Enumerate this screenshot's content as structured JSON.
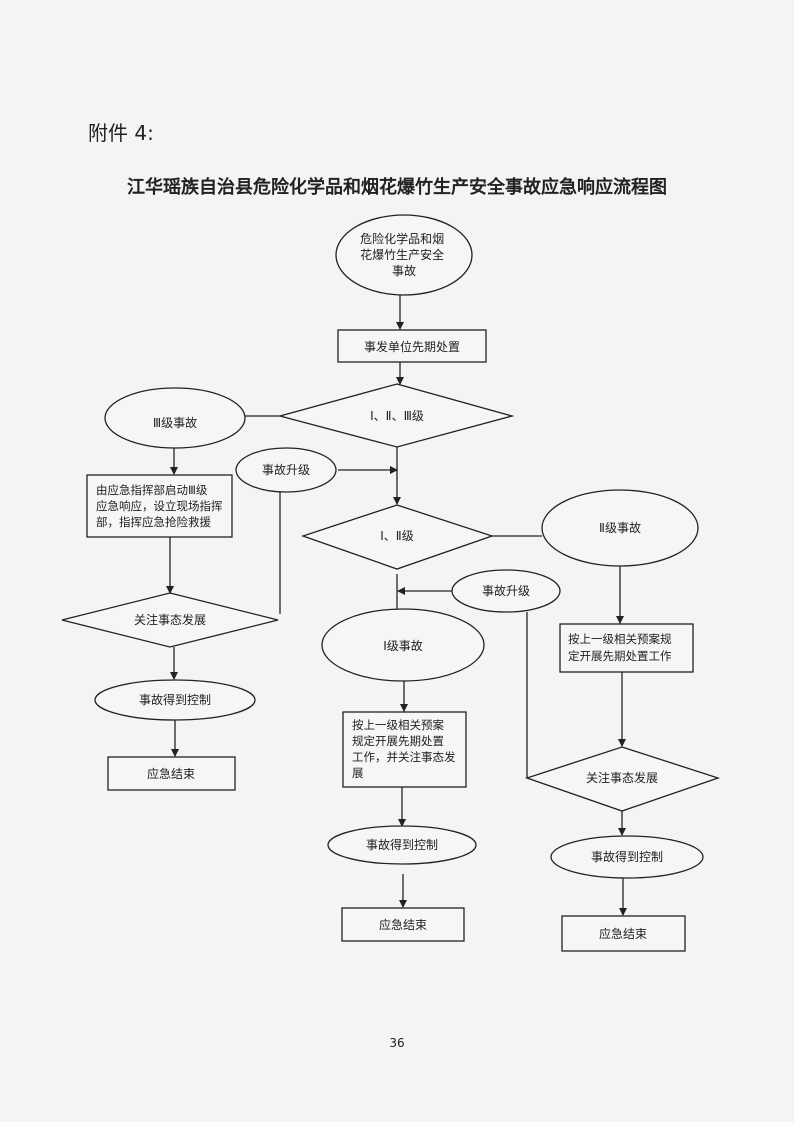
{
  "attachment_label": "附件 4:",
  "title": "江华瑶族自治县危险化学品和烟花爆竹生产安全事故应急响应流程图",
  "page_number": "36",
  "nodes": {
    "start": [
      "危险化学品和烟",
      "花爆竹生产安全",
      "事故"
    ],
    "initial_response": "事发单位先期处置",
    "decision_all_levels": "Ⅰ、Ⅱ、Ⅲ级",
    "level3_event": "Ⅲ级事故",
    "level3_response": [
      "由应急指挥部启动Ⅲ级",
      "应急响应，设立现场指挥",
      "部，指挥应急抢险救援"
    ],
    "left_escalation": "事故升级",
    "decision_level12": "Ⅰ、Ⅱ级",
    "level2_event": "Ⅱ级事故",
    "right_escalation": "事故升级",
    "level1_event": "Ⅰ级事故",
    "level1_response": [
      "按上一级相关预案",
      "规定开展先期处置",
      "工作，并关注事态发",
      "展"
    ],
    "level2_response": [
      "按上一级相关预案规",
      "定开展先期处置工作"
    ],
    "left_monitor": "关注事态发展",
    "right_monitor": "关注事态发展",
    "left_controlled": "事故得到控制",
    "mid_controlled": "事故得到控制",
    "right_controlled": "事故得到控制",
    "left_end": "应急结束",
    "mid_end": "应急结束",
    "right_end": "应急结束"
  }
}
